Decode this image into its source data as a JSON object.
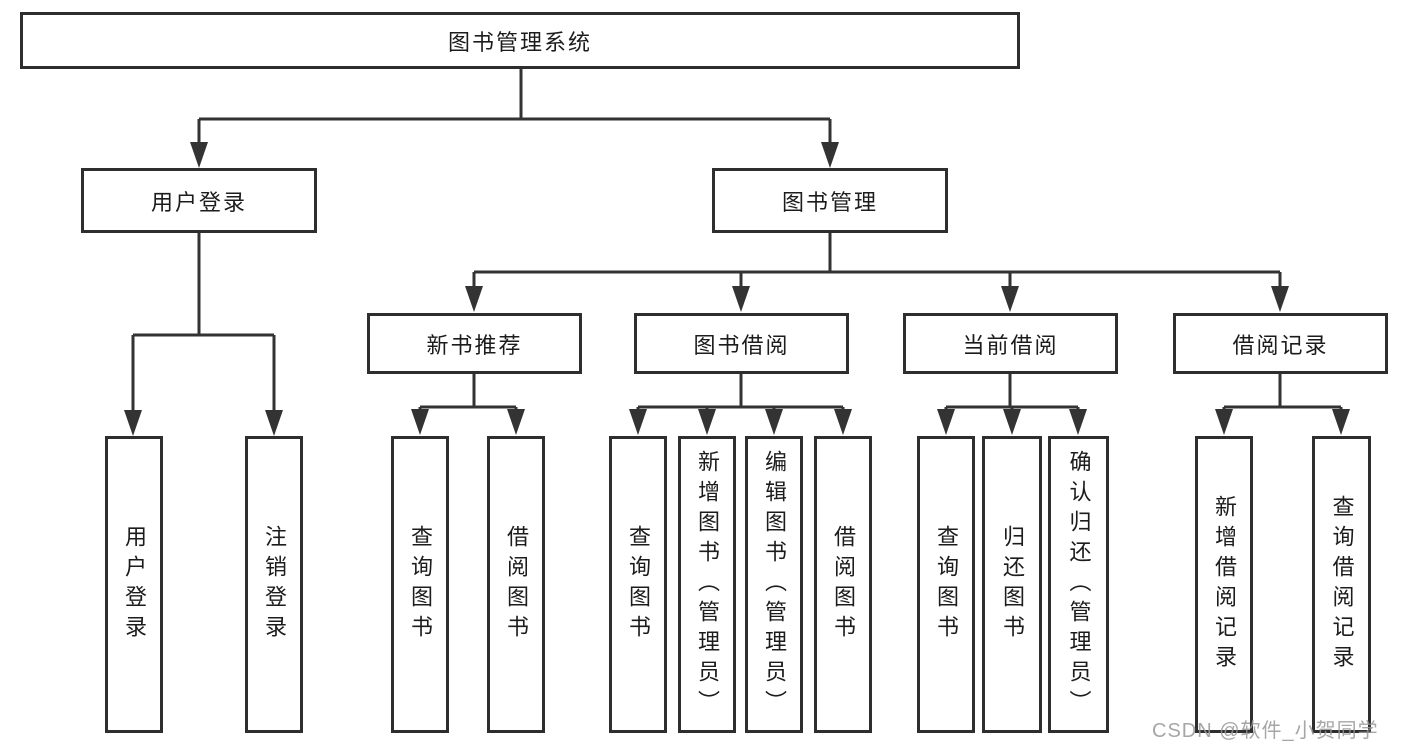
{
  "diagram": {
    "root": {
      "label": "图书管理系统"
    },
    "level2": [
      {
        "label": "用户登录"
      },
      {
        "label": "图书管理"
      }
    ],
    "level3": [
      {
        "label": "新书推荐"
      },
      {
        "label": "图书借阅"
      },
      {
        "label": "当前借阅"
      },
      {
        "label": "借阅记录"
      }
    ],
    "leaves": {
      "user_login": [
        "用户登录",
        "注销登录"
      ],
      "new_book": [
        "查询图书",
        "借阅图书"
      ],
      "book_borrow": [
        "查询图书",
        "新增图书（管理员）",
        "编辑图书（管理员）",
        "借阅图书"
      ],
      "current_borrow": [
        "查询图书",
        "归还图书",
        "确认归还（管理员）"
      ],
      "borrow_record": [
        "新增借阅记录",
        "查询借阅记录"
      ]
    },
    "colors": {
      "line": "#333333",
      "box_border": "#2e2e2e",
      "box_background": "#ffffff",
      "text": "#1c1c1c",
      "watermark": "#969696"
    },
    "watermark": "CSDN @软件_小贺同学"
  }
}
